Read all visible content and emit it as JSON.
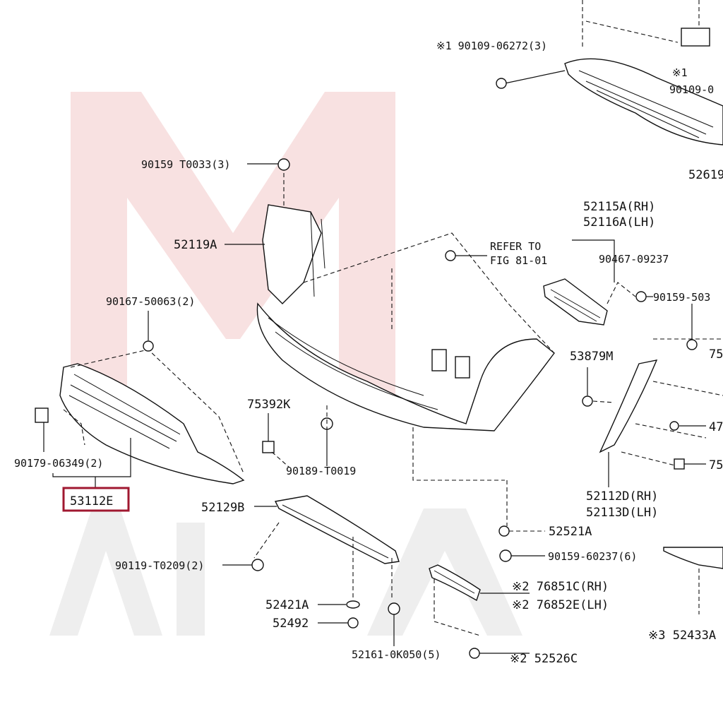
{
  "diagram": {
    "labels": {
      "p_90109_06272": "※1 90109-06272(3)",
      "p_90109_top": "90109-0",
      "p_52619": "52619",
      "p_90159_t0033": "90159 T0033(3)",
      "p_52119a": "52119A",
      "p_52115a": "52115A(RH)",
      "p_52116a": "52116A(LH)",
      "p_refer1": "REFER TO",
      "p_refer2": "FIG 81-01",
      "p_90467": "90467-09237",
      "p_90159_503": "90159-503",
      "p_90167": "90167-50063(2)",
      "p_53879m": "53879M",
      "p_75_top": "75",
      "p_75392k": "75392K",
      "p_47": "47",
      "p_90179": "90179-06349(2)",
      "p_90189": "90189-T0019",
      "p_75_mid": "75",
      "p_53112e": "53112E",
      "p_52112d": "52112D(RH)",
      "p_52113d": "52113D(LH)",
      "p_52129b": "52129B",
      "p_52521a": "52521A",
      "p_90119": "90119-T0209(2)",
      "p_90159_60237": "90159-60237(6)",
      "p_76851c": "※2 76851C(RH)",
      "p_76852e": "※2 76852E(LH)",
      "p_52421a": "52421A",
      "p_52492": "52492",
      "p_52433a": "※3 52433A",
      "p_52161": "52161-0K050(5)",
      "p_52526c": "※2 52526C",
      "mark_1": "※1"
    },
    "highlight_color": "#a01830"
  }
}
